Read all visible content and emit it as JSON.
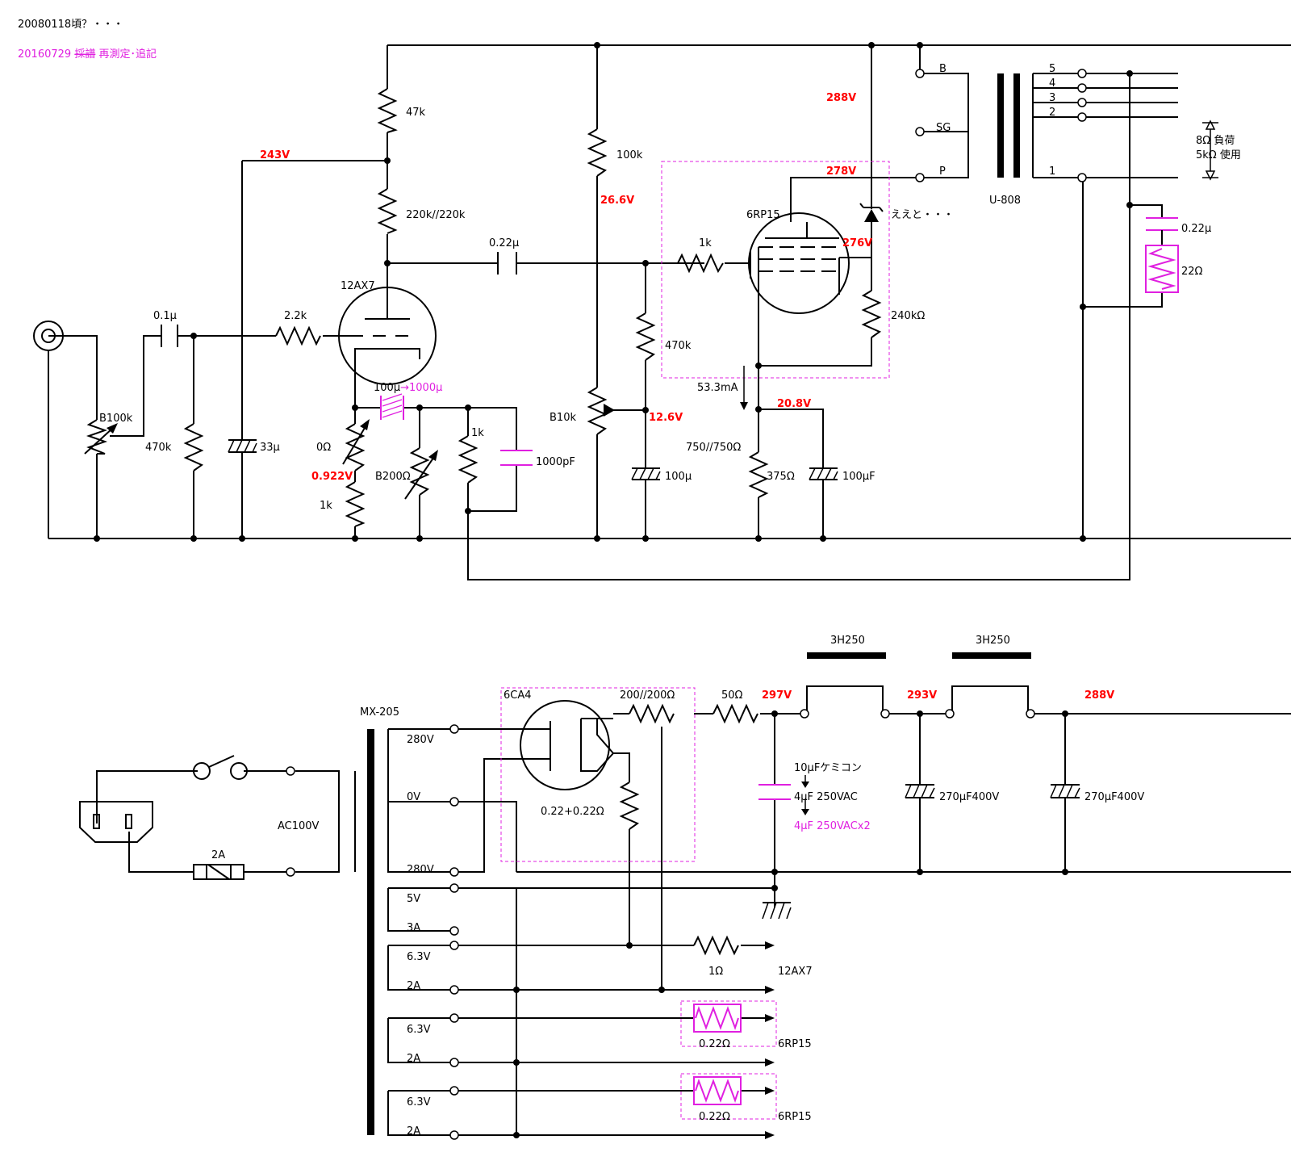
{
  "header": {
    "line1": "20080118頃？・・・",
    "line2_date": "20160729",
    "line2_struck": "採譜",
    "line2_rest": "再測定･追記"
  },
  "colors": {
    "voltage": "#ff0000",
    "revision": "#e020e0",
    "wire": "#000000"
  },
  "amp": {
    "r47k": "47k",
    "v243": "243V",
    "r220k": "220k//220k",
    "c022": "0.22μ",
    "tube1": "12AX7",
    "c01": "0.1μ",
    "r22k": "2.2k",
    "vol": "B100k",
    "r470k_in": "470k",
    "c33": "33μ",
    "r0": "0Ω",
    "v0922": "0.922V",
    "r1k_k": "1k",
    "cK_old": "100μ",
    "cK_arrow": "→",
    "cK_new": "1000μ",
    "b200": "B200Ω",
    "r1k_fb": "1k",
    "c1000p": "1000pF",
    "r100k": "100k",
    "v266": "26.6V",
    "r470k_g": "470k",
    "b10k": "B10k",
    "v126": "12.6V",
    "c100": "100μ",
    "r1k_grid": "1k",
    "tube2": "6RP15",
    "v288": "288V",
    "v278": "278V",
    "v276": "276V",
    "zener": "ええと・・・",
    "r240k": "240kΩ",
    "i533": "53.3mA",
    "v208": "20.8V",
    "rk": "750//750Ω",
    "rk375": "375Ω",
    "ck": "100μF",
    "ot_b": "B",
    "ot_sg": "SG",
    "ot_p": "P",
    "ot": "U-808",
    "ot_5": "5",
    "ot_4": "4",
    "ot_3": "3",
    "ot_2": "2",
    "ot_1": "1",
    "load1": "8Ω 負荷",
    "load2": "5kΩ 使用",
    "zc": "0.22μ",
    "zr": "22Ω"
  },
  "psu": {
    "ch1": "3H250",
    "ch2": "3H250",
    "pt": "MX-205",
    "t280a": "280V",
    "t0": "0V",
    "t280b": "280V",
    "t5v": "5V",
    "t3a": "3A",
    "t63a": "6.3V",
    "t2aa": "2A",
    "t63b": "6.3V",
    "t2ab": "2A",
    "t63c": "6.3V",
    "t2ac": "2A",
    "rect": "6CA4",
    "r200": "200//200Ω",
    "r50": "50Ω",
    "v297": "297V",
    "v293": "293V",
    "v288": "288V",
    "c1_old": "10μFケミコン",
    "c1_mid": "4μF 250VAC",
    "c1_new": "4μF 250VACx2",
    "c2": "270μF400V",
    "c3": "270μF400V",
    "rh": "0.22+0.22Ω",
    "ac": "AC100V",
    "fuse": "2A",
    "r1": "1Ω",
    "h1": "12AX7",
    "rh2": "0.22Ω",
    "h2": "6RP15",
    "rh3": "0.22Ω",
    "h3": "6RP15"
  }
}
